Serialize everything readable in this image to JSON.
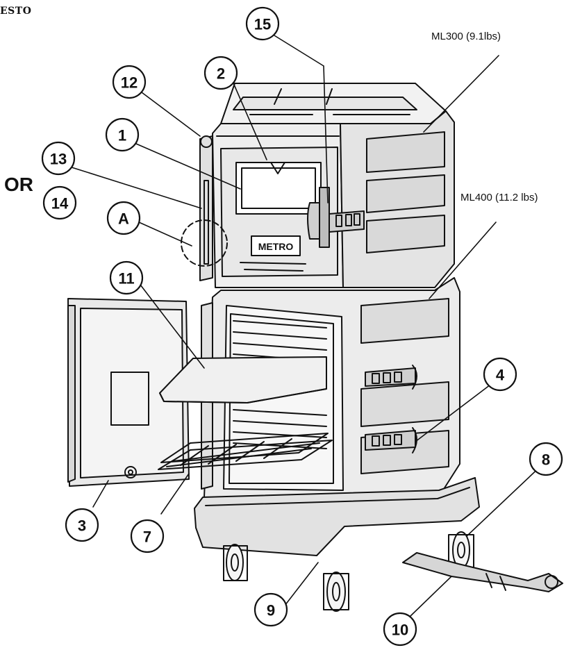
{
  "brand": "ESTO",
  "model_labels": {
    "ml300": "ML300 (9.1lbs)",
    "ml400": "ML400 (11.2 lbs)"
  },
  "or_label": "OR",
  "logo_text": "METRO",
  "callouts": [
    "15",
    "12",
    "2",
    "1",
    "13",
    "14",
    "A",
    "11",
    "4",
    "8",
    "3",
    "7",
    "9",
    "10"
  ],
  "colors": {
    "ink": "#111111",
    "body_fill": "#eeeeee",
    "panel_fill": "#dcdcdc"
  }
}
